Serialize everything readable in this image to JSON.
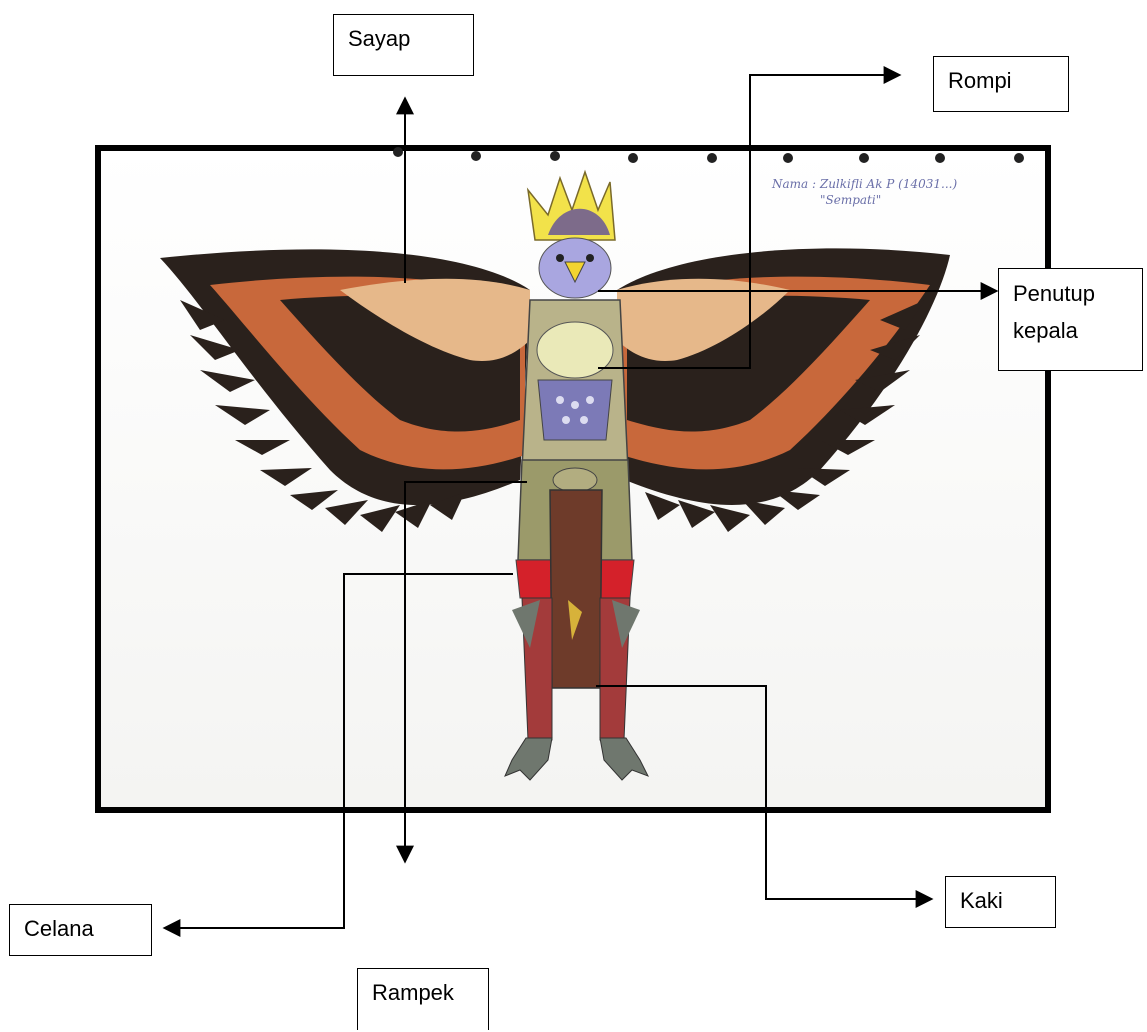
{
  "labels": {
    "sayap": "Sayap",
    "rompi": "Rompi",
    "penutup_kepala": "Penutup kepala",
    "celana": "Celana",
    "rampek": "Rampek",
    "kaki": "Kaki"
  },
  "sketch_note": {
    "line1": "Nama : Zulkifli Ak P (14031...)",
    "line2": "\"Sempati\""
  },
  "colors": {
    "frame": "#000000",
    "feather_dark": "#2a211c",
    "feather_orange": "#c8683b",
    "feather_light": "#e6b88a",
    "crown": "#f2e24a",
    "face": "#a9a6e0",
    "vest": "#d9d3a8",
    "armor": "#7c7ab7",
    "pants": "#d4212a",
    "rampek": "#6e3b2a",
    "legs": "#a33b3b",
    "claws": "#6f776e"
  }
}
